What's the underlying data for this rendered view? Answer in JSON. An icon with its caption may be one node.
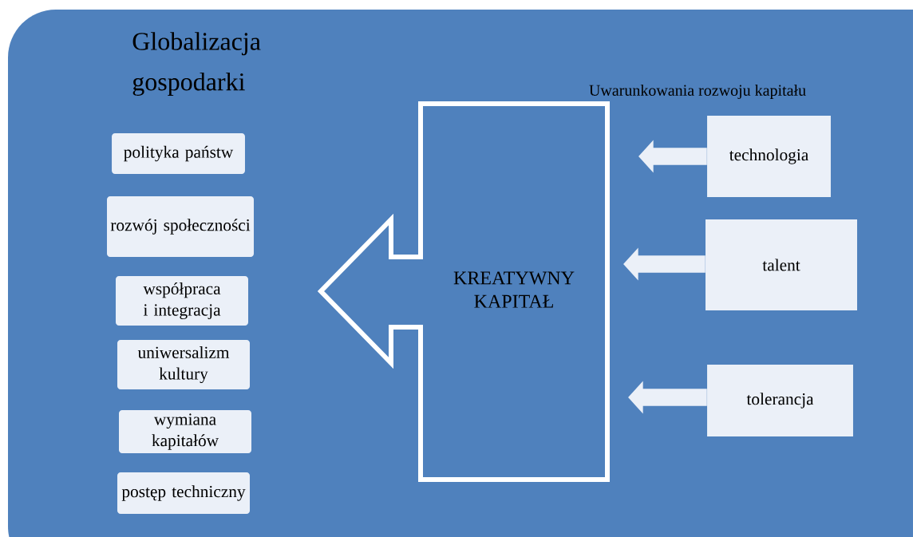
{
  "diagram": {
    "nodes": [
      {
        "text": [
          "polityka państw"
        ]
      },
      {
        "text": [
          "rozwój społeczności"
        ]
      },
      {
        "text": [
          "współpraca i integracja"
        ]
      },
      {
        "text": [
          "uniwersalizm kultury"
        ]
      },
      {
        "text": [
          "wymiana kapitałów"
        ]
      },
      {
        "text": [
          "postęp techniczny"
        ]
      },
      {
        "text": [
          "KREATYWNY KAPITAŁ"
        ]
      },
      {
        "text": [
          "technologia"
        ]
      },
      {
        "text": [
          "talent"
        ]
      },
      {
        "text": [
          "tolerancja"
        ]
      }
    ],
    "edges": [
      {
        "from": 7,
        "to": null,
        "arrow": "to"
      },
      {
        "from": 8,
        "to": null,
        "arrow": "to"
      },
      {
        "from": 9,
        "to": null,
        "arrow": "to"
      }
    ],
    "labels": [
      "Globalizacja gospodarki",
      "Uwarunkowania rozwoju kapitału"
    ]
  }
}
